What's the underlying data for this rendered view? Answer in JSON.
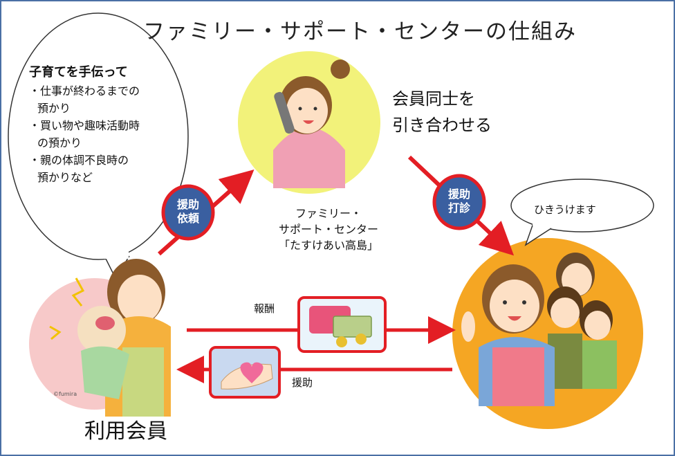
{
  "title": "ファミリー・サポート・センターの仕組み",
  "speech_bubble": {
    "heading": "子育てを手伝って",
    "items": [
      [
        "・仕事が終わるまでの",
        "預かり"
      ],
      [
        "・買い物や趣味活動時",
        "の預かり"
      ],
      [
        "・親の体調不良時の",
        "預かりなど"
      ]
    ]
  },
  "center": {
    "label_lines": [
      "ファミリー・",
      "サポート・センター",
      "「たすけあい高島」"
    ],
    "action_lines": [
      "会員同士を",
      "引き合わせる"
    ]
  },
  "badges": {
    "request": [
      "援助",
      "依頼"
    ],
    "sound_out": [
      "援助",
      "打診"
    ]
  },
  "provider": {
    "speech": "ひきうけます"
  },
  "user": {
    "label": "利用会員"
  },
  "flows": {
    "reward": "報酬",
    "support": "援助"
  },
  "colors": {
    "arrow": "#e31e24",
    "badge_fill": "#3a5fa0",
    "center_circle": "#f2f27a",
    "provider_circle": "#f5a623",
    "user_circle": "#f7c9c9",
    "frame": "#4a6fa5"
  }
}
